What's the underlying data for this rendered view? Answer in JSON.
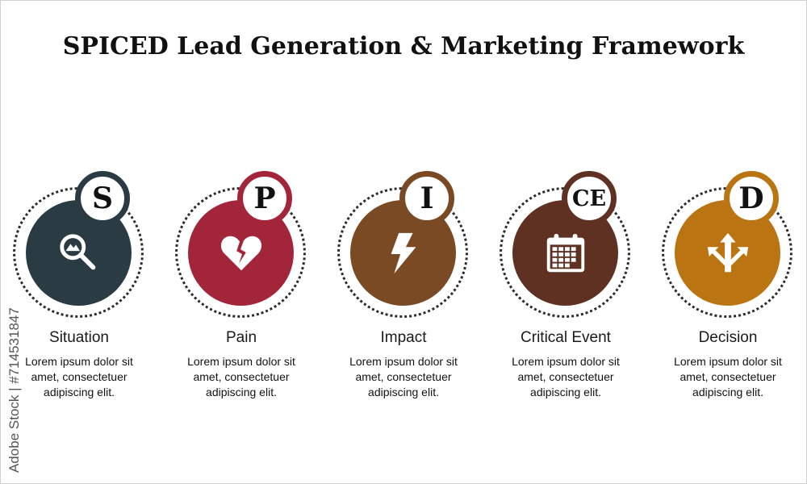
{
  "title": "SPICED Lead Generation & Marketing Framework",
  "watermark": "Adobe Stock | #714531847",
  "items": [
    {
      "letter": "S",
      "label": "Situation",
      "description": "Lorem ipsum dolor sit\namet, consectetuer\nadipiscing elit.",
      "color": "#2a3b44",
      "icon": "magnifier-icon"
    },
    {
      "letter": "P",
      "label": "Pain",
      "description": "Lorem ipsum dolor sit\namet, consectetuer\nadipiscing elit.",
      "color": "#a3253a",
      "icon": "broken-heart-icon"
    },
    {
      "letter": "I",
      "label": "Impact",
      "description": "Lorem ipsum dolor sit\namet, consectetuer\nadipiscing elit.",
      "color": "#7a4a24",
      "icon": "lightning-icon"
    },
    {
      "letter": "CE",
      "label": "Critical Event",
      "description": "Lorem ipsum dolor sit\namet, consectetuer\nadipiscing elit.",
      "color": "#5f3122",
      "icon": "calendar-icon"
    },
    {
      "letter": "D",
      "label": "Decision",
      "description": "Lorem ipsum dolor sit\namet, consectetuer\nadipiscing elit.",
      "color": "#bb7412",
      "icon": "decision-arrows-icon"
    }
  ]
}
